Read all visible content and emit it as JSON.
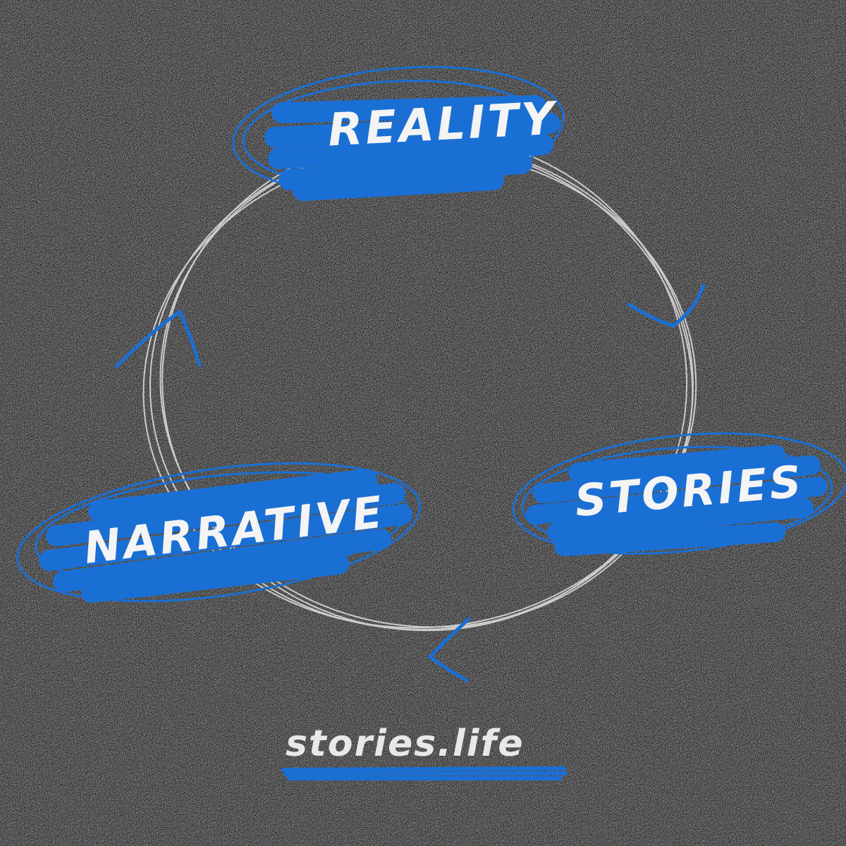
{
  "diagram": {
    "nodes": [
      {
        "id": "reality",
        "label": "Reality"
      },
      {
        "id": "stories",
        "label": "Stories"
      },
      {
        "id": "narrative",
        "label": "Narrative"
      }
    ],
    "cycle_direction": "clockwise",
    "logo": "stories.life"
  },
  "colors": {
    "background": "#2b2b2c",
    "accent": "#1a6fd4",
    "chalk": "#e6e6e6"
  }
}
